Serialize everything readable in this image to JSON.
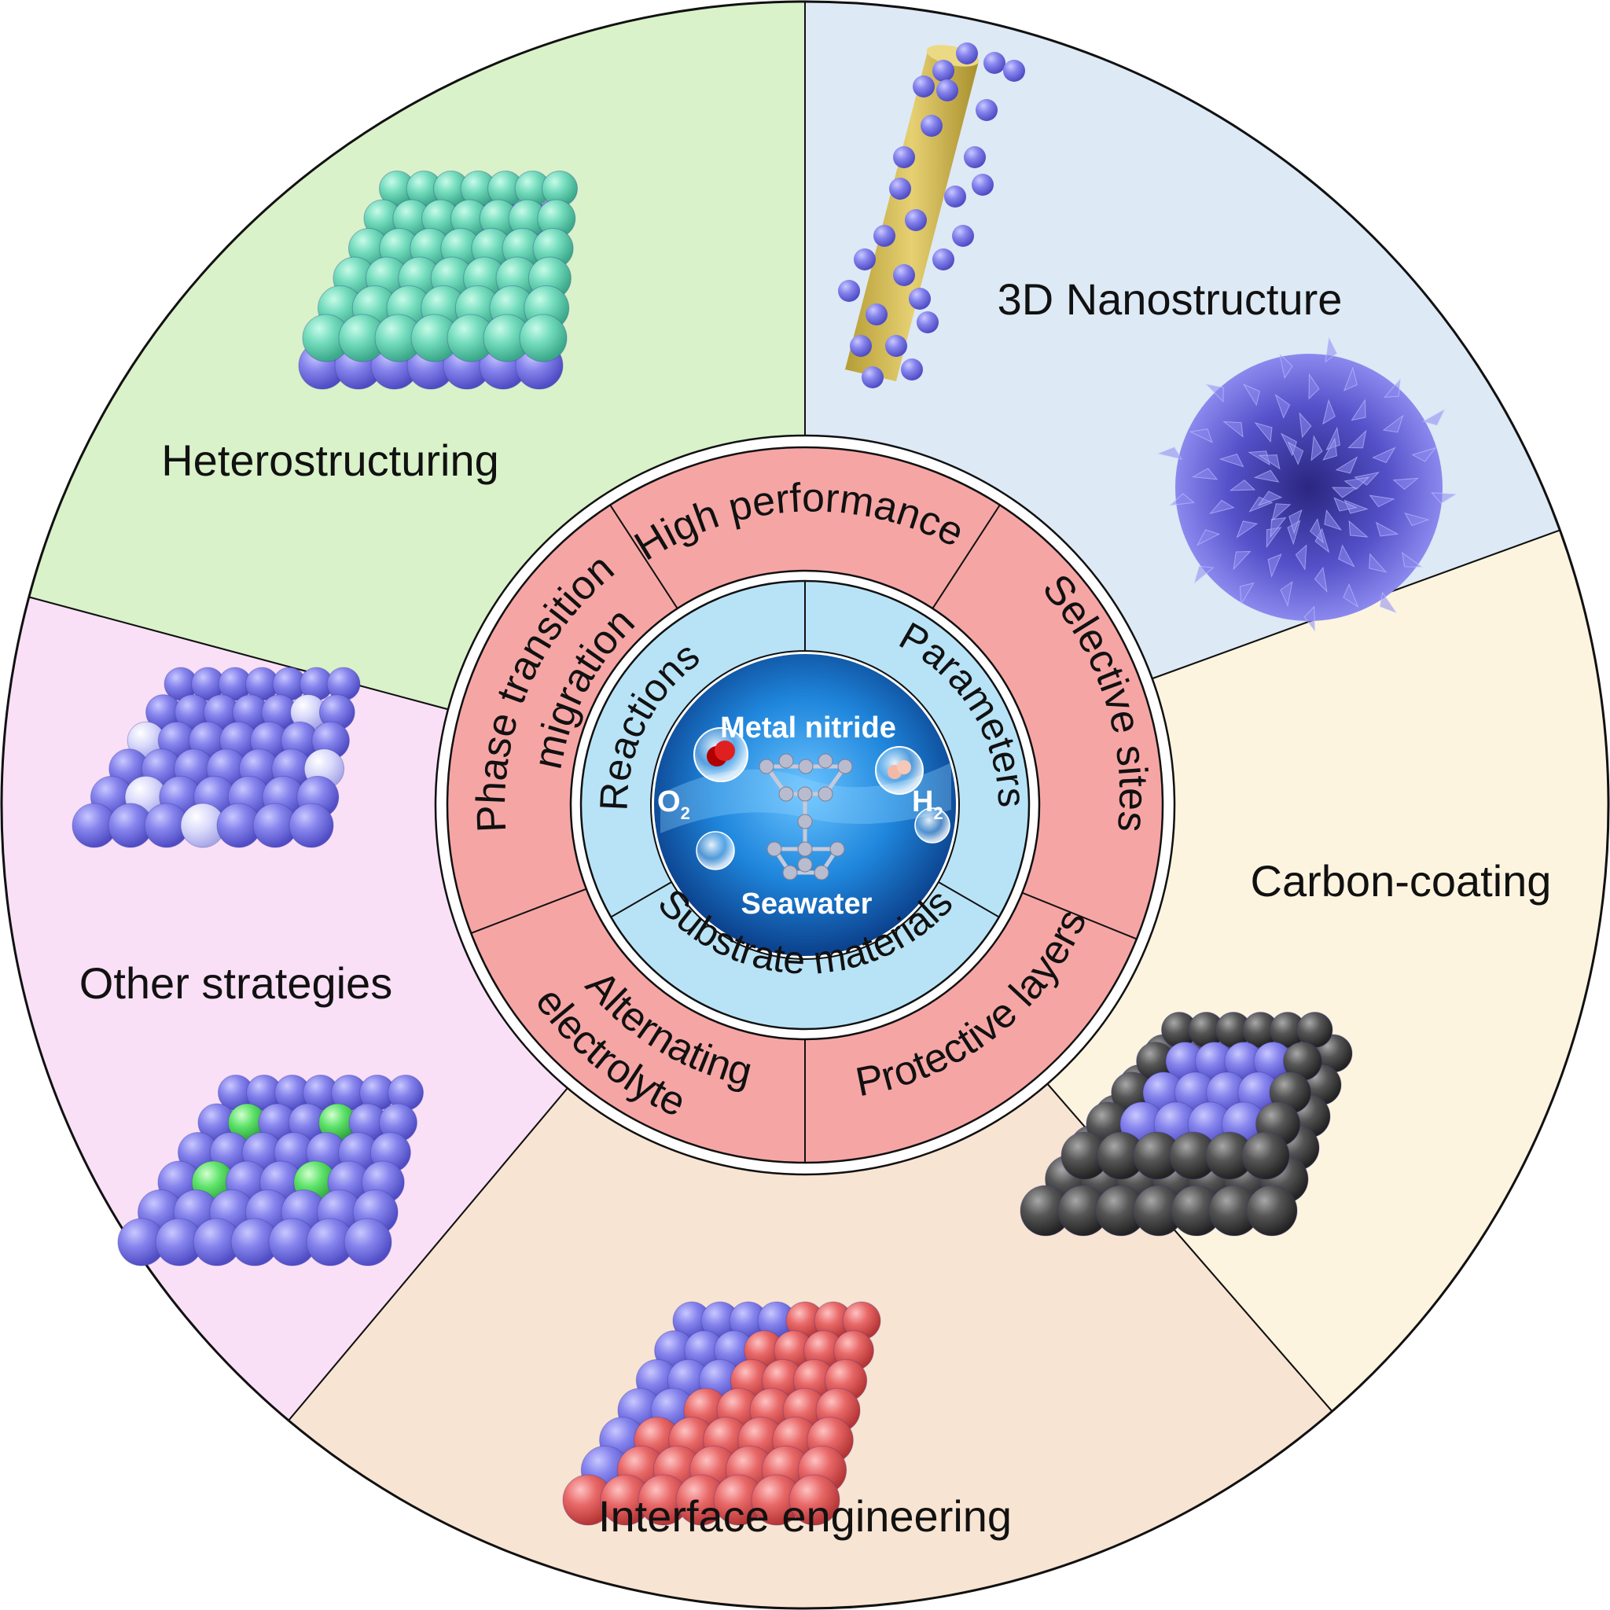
{
  "center": {
    "title": "Metal nitride",
    "subtitle": "Seawater",
    "o2_main": "O",
    "o2_sub": "2",
    "h2_main": "H",
    "h2_sub": "2"
  },
  "inner_ring": {
    "reactions": "Reactions",
    "parameters": "Parameters",
    "substrate": "Substrate materials"
  },
  "middle_ring": {
    "high_performance": "High performance",
    "selective_sites": "Selective sites",
    "protective_layers": "Protective layers",
    "alternating_line1": "Alternating",
    "alternating_line2": "electrolyte",
    "phase_line1": "Phase transition",
    "phase_line2": "migration"
  },
  "outer_ring": {
    "heterostructuring": "Heterostructuring",
    "nanostructure": "3D Nanostructure",
    "carbon_coating": "Carbon-coating",
    "interface_engineering": "Interface engineering",
    "other_strategies": "Other strategies"
  },
  "colors": {
    "heterostructuring_bg": "#d9f2c9",
    "nanostructure_bg": "#dde9f5",
    "carbon_coating_bg": "#fdf4e0",
    "interface_bg": "#f8e4d2",
    "other_bg": "#f9e0f7",
    "middle_ring": "#f6a5a5",
    "inner_ring": "#b8e3f7",
    "core_blue": "#1a74c8",
    "sphere_purple": "#7a78e6",
    "sphere_teal": "#6fd8b8",
    "sphere_red": "#e45a5a",
    "sphere_gray": "#4a4a4a",
    "sphere_green": "#4fe060",
    "rod_yellow": "#d9c15a"
  },
  "icons": [
    "heterostructure-lattice-icon",
    "nanorod-icon",
    "nanoflower-icon",
    "carbon-coated-lattice-icon",
    "interface-lattice-icon",
    "doped-lattice-icon",
    "vacancy-lattice-icon",
    "metal-nitride-molecule-icon"
  ]
}
